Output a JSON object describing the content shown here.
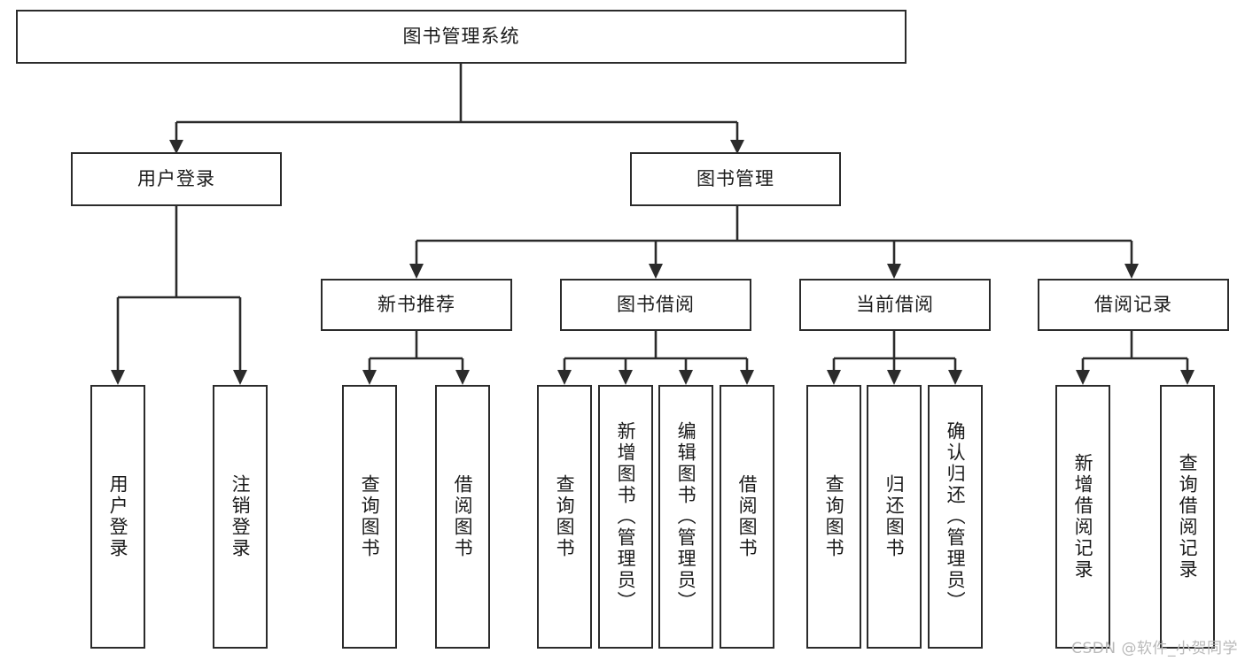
{
  "diagram": {
    "title": "图书管理系统",
    "type": "tree-hierarchy-flowchart",
    "watermark": "CSDN @软件_小贺同学",
    "colors": {
      "stroke": "#2b2b2b",
      "fill": "#ffffff",
      "text": "#1a1a1a",
      "watermark": "#b9b9b9"
    },
    "root": {
      "label": "图书管理系统"
    },
    "level1": [
      {
        "label": "用户登录"
      },
      {
        "label": "图书管理"
      }
    ],
    "level2": [
      {
        "label": "新书推荐"
      },
      {
        "label": "图书借阅"
      },
      {
        "label": "当前借阅"
      },
      {
        "label": "借阅记录"
      }
    ],
    "leaves": {
      "user_login": [
        {
          "label": "用户登录"
        },
        {
          "label": "注销登录"
        }
      ],
      "new_book_recommend": [
        {
          "label": "查询图书"
        },
        {
          "label": "借阅图书"
        }
      ],
      "book_borrow": [
        {
          "label": "查询图书"
        },
        {
          "label": "新增图书（管理员）"
        },
        {
          "label": "编辑图书（管理员）"
        },
        {
          "label": "借阅图书"
        }
      ],
      "current_borrow": [
        {
          "label": "查询图书"
        },
        {
          "label": "归还图书"
        },
        {
          "label": "确认归还（管理员）"
        }
      ],
      "borrow_record": [
        {
          "label": "新增借阅记录"
        },
        {
          "label": "查询借阅记录"
        }
      ]
    }
  }
}
